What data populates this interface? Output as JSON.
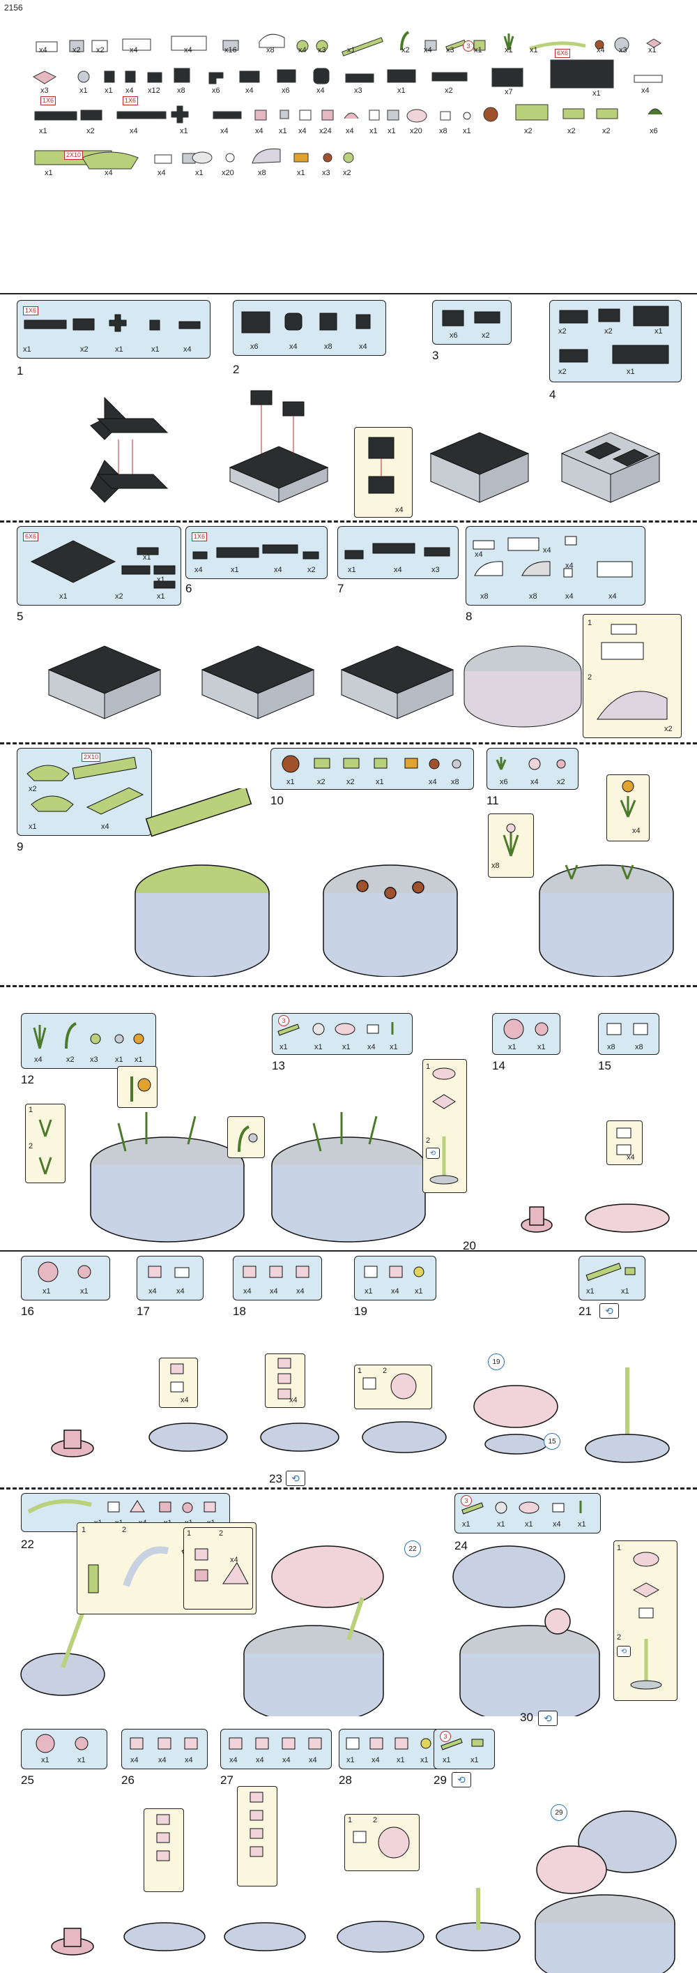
{
  "page": {
    "number": "2156"
  },
  "inventory": {
    "qty_row1": [
      "x4",
      "x2",
      "x2",
      "x4",
      "x4",
      "x16",
      "x8",
      "x4",
      "x3",
      "x1",
      "x2",
      "x4",
      "x3",
      "x1",
      "x1",
      "x1",
      "x4",
      "x3",
      "x1"
    ],
    "qty_row2": [
      "x3",
      "x1",
      "x1",
      "x4",
      "x12",
      "x8",
      "x6",
      "x4",
      "x6",
      "x4",
      "x3",
      "x1",
      "x2",
      "x7",
      "x1",
      "x4"
    ],
    "qty_row3": [
      "x1",
      "x2",
      "x4",
      "x1",
      "x4",
      "x4",
      "x1",
      "x4",
      "x24",
      "x4",
      "x1",
      "x1",
      "x20",
      "x8",
      "x1",
      "x2",
      "x2",
      "x2",
      "x6"
    ],
    "qty_row4": [
      "x1",
      "x4",
      "x4",
      "x1",
      "x20",
      "x8",
      "x1",
      "x3",
      "x2"
    ],
    "badges": [
      "6X6",
      "1X6",
      "1X6",
      "2X10"
    ],
    "circle_badge": "3"
  },
  "steps": [
    {
      "n": "1",
      "badge": "1X6",
      "qtys": [
        "x1",
        "x2",
        "x1",
        "x1",
        "x4"
      ]
    },
    {
      "n": "2",
      "qtys": [
        "x6",
        "x4",
        "x8",
        "x4"
      ]
    },
    {
      "n": "3",
      "qtys": [
        "x6",
        "x2"
      ]
    },
    {
      "n": "4",
      "qtys": [
        "x2",
        "x2",
        "x1",
        "x2",
        "x1"
      ]
    },
    {
      "n": "5",
      "badge": "6X6",
      "qtys": [
        "x1",
        "x1",
        "x2",
        "x1",
        "x1"
      ]
    },
    {
      "n": "6",
      "badge": "1X6",
      "qtys": [
        "x4",
        "x1",
        "x4",
        "x2"
      ]
    },
    {
      "n": "7",
      "qtys": [
        "x1",
        "x4",
        "x3"
      ]
    },
    {
      "n": "8",
      "qtys": [
        "x4",
        "x4",
        "x8",
        "x8",
        "x4",
        "x4",
        "x4"
      ]
    },
    {
      "n": "9",
      "badge": "2X10",
      "qtys": [
        "x2",
        "x1",
        "x4"
      ]
    },
    {
      "n": "10",
      "qtys": [
        "x1",
        "x2",
        "x2",
        "x1",
        "x4",
        "x8"
      ]
    },
    {
      "n": "11",
      "qtys": [
        "x6",
        "x4",
        "x2"
      ]
    },
    {
      "n": "12",
      "qtys": [
        "x4",
        "x2",
        "x3",
        "x1",
        "x1"
      ]
    },
    {
      "n": "13",
      "badge": "3",
      "qtys": [
        "x1",
        "x1",
        "x1",
        "x4",
        "x1"
      ]
    },
    {
      "n": "14",
      "qtys": [
        "x1",
        "x1"
      ]
    },
    {
      "n": "15",
      "qtys": [
        "x8",
        "x8"
      ]
    },
    {
      "n": "16",
      "qtys": [
        "x1",
        "x1"
      ]
    },
    {
      "n": "17",
      "qtys": [
        "x4",
        "x4"
      ]
    },
    {
      "n": "18",
      "qtys": [
        "x4",
        "x4",
        "x4"
      ]
    },
    {
      "n": "19",
      "qtys": [
        "x1",
        "x4",
        "x1"
      ]
    },
    {
      "n": "20"
    },
    {
      "n": "21",
      "qtys": [
        "x1",
        "x1"
      ]
    },
    {
      "n": "22",
      "qtys": [
        "x1",
        "x1",
        "x4",
        "x1",
        "x1",
        "x1"
      ]
    },
    {
      "n": "23"
    },
    {
      "n": "24",
      "badge": "3",
      "qtys": [
        "x1",
        "x1",
        "x1",
        "x4",
        "x1"
      ]
    },
    {
      "n": "25",
      "qtys": [
        "x1",
        "x1"
      ]
    },
    {
      "n": "26",
      "qtys": [
        "x4",
        "x4",
        "x4"
      ]
    },
    {
      "n": "27",
      "qtys": [
        "x4",
        "x4",
        "x4",
        "x4"
      ]
    },
    {
      "n": "28",
      "qtys": [
        "x1",
        "x4",
        "x1",
        "x1"
      ]
    },
    {
      "n": "29",
      "badge": "3",
      "qtys": [
        "x1",
        "x1"
      ]
    },
    {
      "n": "30"
    }
  ],
  "callouts": {
    "mult": [
      "x4",
      "x2",
      "x8",
      "x4",
      "x4",
      "x4",
      "x4",
      "x4"
    ],
    "sub": [
      "1",
      "2"
    ],
    "refs": [
      "19",
      "15",
      "22",
      "29"
    ]
  },
  "colors": {
    "panel_blue": "#d6e9f3",
    "panel_yellow": "#fbf7df",
    "dark_brick": "#2b2e2f",
    "light_grey": "#c8ccd3",
    "lime": "#b9d17a",
    "pink": "#e6b9c2",
    "accent_red": "#c0282b",
    "rotate_blue": "#2a74b8"
  }
}
